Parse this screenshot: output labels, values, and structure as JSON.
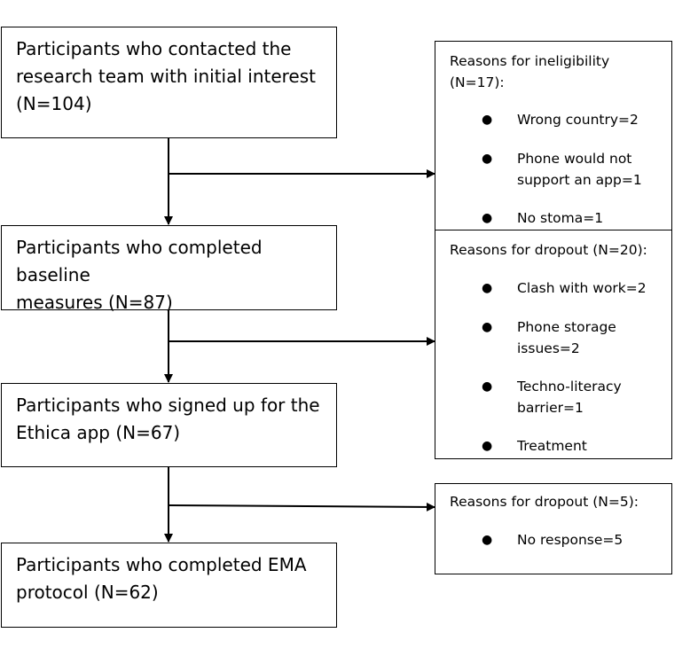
{
  "main_boxes": {
    "initial_interest": {
      "line1": "Participants who contacted the",
      "line2": "research team with initial interest",
      "line3": "(N=104)"
    },
    "baseline": {
      "line1": "Participants who completed baseline",
      "line2": "measures (N=87)"
    },
    "signed_up": {
      "line1": "Participants who signed up for the",
      "line2": "Ethica app (N=67)"
    },
    "completed_ema": {
      "line1": "Participants who completed EMA",
      "line2": "protocol (N=62)"
    }
  },
  "side_boxes": {
    "ineligibility": {
      "title_line1": "Reasons for ineligibility",
      "title_line2": "(N=17):",
      "items": [
        {
          "line1": "Wrong country=2"
        },
        {
          "line1": "Phone would not",
          "line2": "support an app=1"
        },
        {
          "line1": "No stoma=1"
        }
      ]
    },
    "dropout_1": {
      "title": "Reasons for dropout (N=20):",
      "items": [
        {
          "line1": "Clash with work=2"
        },
        {
          "line1": "Phone storage",
          "line2": "issues=2"
        },
        {
          "line1": "Techno-literacy",
          "line2": "barrier=1"
        },
        {
          "line1": "Treatment"
        }
      ]
    },
    "dropout_2": {
      "title": "Reasons for dropout (N=5):",
      "items": [
        {
          "line1": "No response=5"
        }
      ]
    }
  },
  "bullet_glyph": "●"
}
